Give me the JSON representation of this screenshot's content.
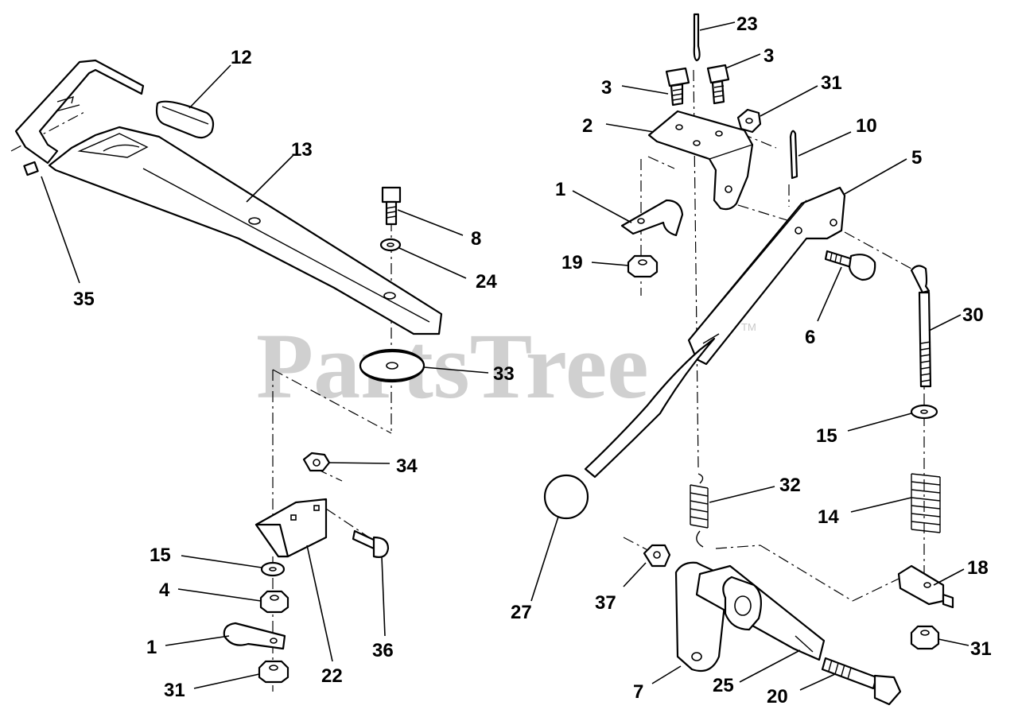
{
  "watermark": {
    "text": "PartsTree",
    "trademark": "TM"
  },
  "callouts": {
    "c12": "12",
    "c13": "13",
    "c35": "35",
    "c8": "8",
    "c24": "24",
    "c33": "33",
    "c34": "34",
    "c15a": "15",
    "c4": "4",
    "c1a": "1",
    "c31a": "31",
    "c22": "22",
    "c36": "36",
    "c23": "23",
    "c3a": "3",
    "c3b": "3",
    "c31b": "31",
    "c2": "2",
    "c10": "10",
    "c5": "5",
    "c1b": "1",
    "c19": "19",
    "c6": "6",
    "c30": "30",
    "c15b": "15",
    "c32": "32",
    "c14": "14",
    "c27": "27",
    "c37": "37",
    "c18": "18",
    "c31c": "31",
    "c7": "7",
    "c25": "25",
    "c20": "20"
  },
  "colors": {
    "line": "#000000",
    "background": "#ffffff",
    "watermark": "#c8c8c8"
  }
}
